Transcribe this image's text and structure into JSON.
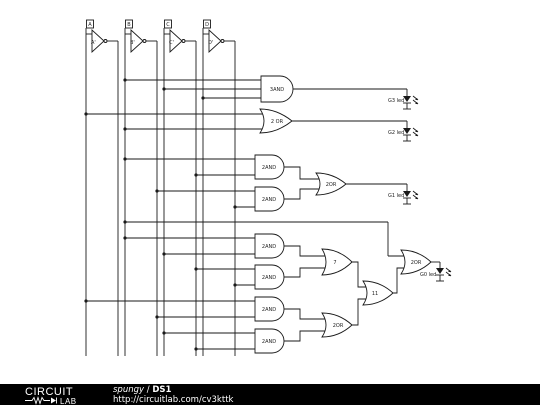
{
  "inputs": [
    "A",
    "B",
    "C",
    "D"
  ],
  "inverters": [
    "A'",
    "B'",
    "C'",
    "D'"
  ],
  "gates": {
    "and3": "3AND",
    "or2_top": "2 OR",
    "and_g1a": "2AND",
    "and_g1b": "2AND",
    "or_g1": "2OR",
    "and_b1": "2AND",
    "and_b2": "2AND",
    "and_b3": "2AND",
    "and_b4": "2AND",
    "or_7": "7",
    "or_2or": "2OR",
    "or_11": "11",
    "or_g0": "2OR"
  },
  "leds": [
    "G3 led",
    "G2 led",
    "G1 led",
    "G0 led"
  ],
  "footer": {
    "logo_top": "CIRCUIT",
    "logo_bottom": "LAB",
    "author": "spungy",
    "separator": " / ",
    "name": "DS1",
    "url": "http://circuitlab.com/cv3kttk"
  },
  "colors": {
    "footer_bg": "#000000",
    "wire": "#1a1a1a"
  }
}
